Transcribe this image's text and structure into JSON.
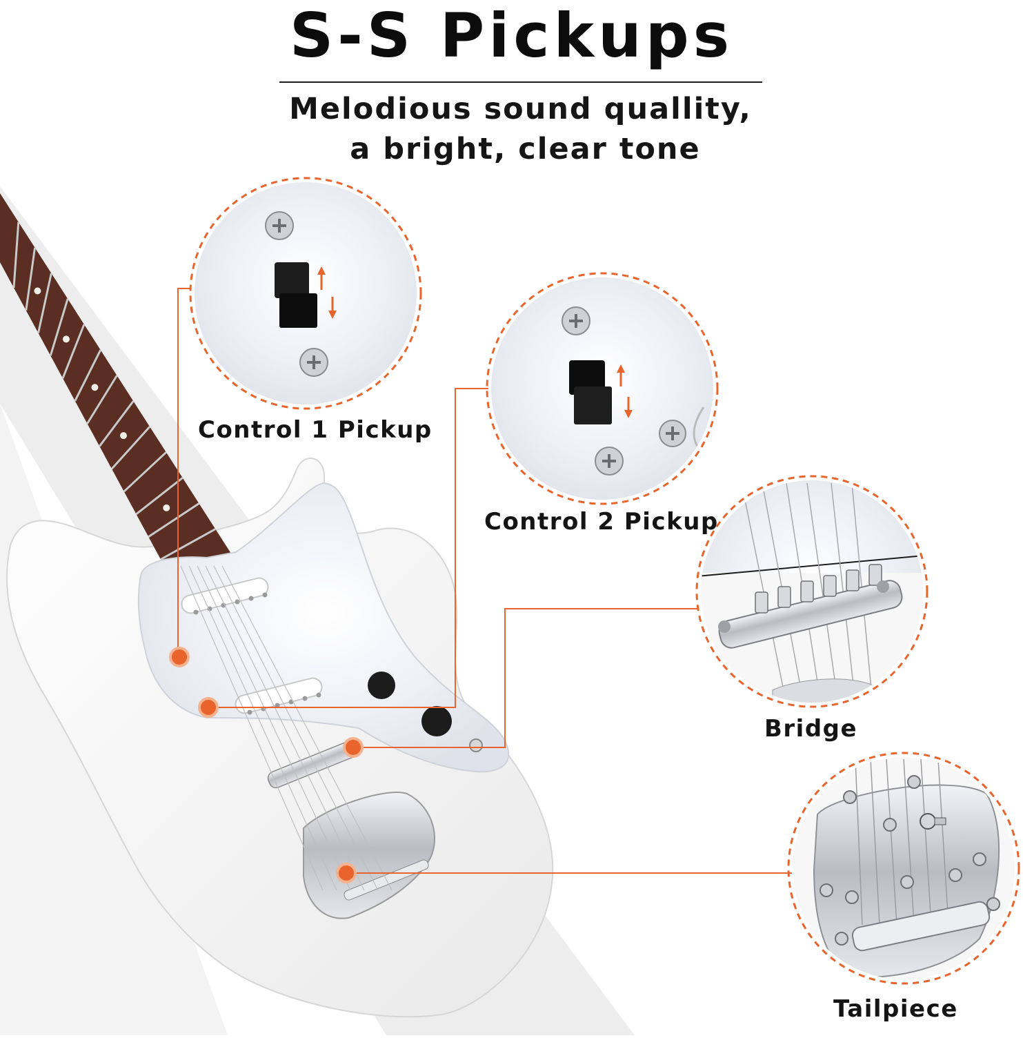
{
  "header": {
    "title": "S-S Pickups",
    "subtitle_line1": "Melodious sound quallity,",
    "subtitle_line2": "a bright, clear tone"
  },
  "callouts": [
    {
      "id": "control-1",
      "label": "Control 1 Pickup"
    },
    {
      "id": "control-2",
      "label": "Control 2 Pickup"
    },
    {
      "id": "bridge",
      "label": "Bridge"
    },
    {
      "id": "tailpiece",
      "label": "Tailpiece"
    }
  ],
  "colors": {
    "accent": "#E8642C",
    "body": "#F4F4F4",
    "pickguard": "#EEF0F4",
    "fretboard": "#5A2E22",
    "chrome": "#C9CCD0",
    "background_shade": "#EBEBEB"
  }
}
